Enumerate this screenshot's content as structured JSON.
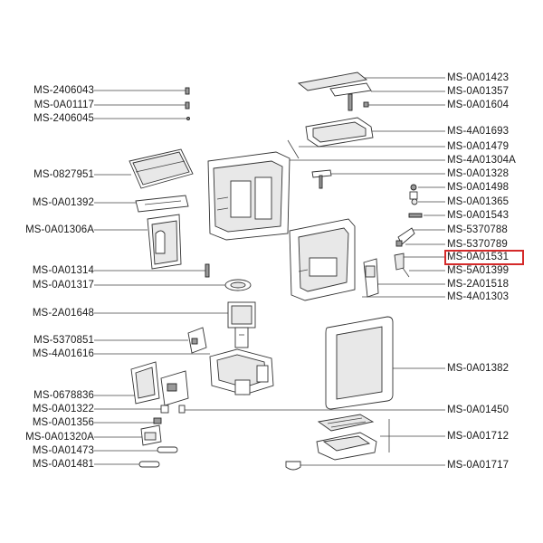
{
  "highlight_color": "#d42a2a",
  "labels_left": [
    "MS-2406043",
    "MS-0A01117",
    "MS-2406045",
    "MS-0827951",
    "MS-0A01392",
    "MS-0A01306A",
    "MS-0A01314",
    "MS-0A01317",
    "MS-2A01648",
    "MS-5370851",
    "MS-4A01616",
    "MS-0678836",
    "MS-0A01322",
    "MS-0A01356",
    "MS-0A01320A",
    "MS-0A01473",
    "MS-0A01481"
  ],
  "labels_right": [
    "MS-0A01423",
    "MS-0A01357",
    "MS-0A01604",
    "MS-4A01693",
    "MS-0A01479",
    "MS-4A01304A",
    "MS-0A01328",
    "MS-0A01498",
    "MS-0A01365",
    "MS-0A01543",
    "MS-5370788",
    "MS-5370789",
    "MS-0A01531",
    "MS-5A01399",
    "MS-2A01518",
    "MS-4A01303",
    "MS-0A01382",
    "MS-0A01450",
    "MS-0A01712",
    "MS-0A01717"
  ],
  "highlighted_label": "MS-0A01531"
}
